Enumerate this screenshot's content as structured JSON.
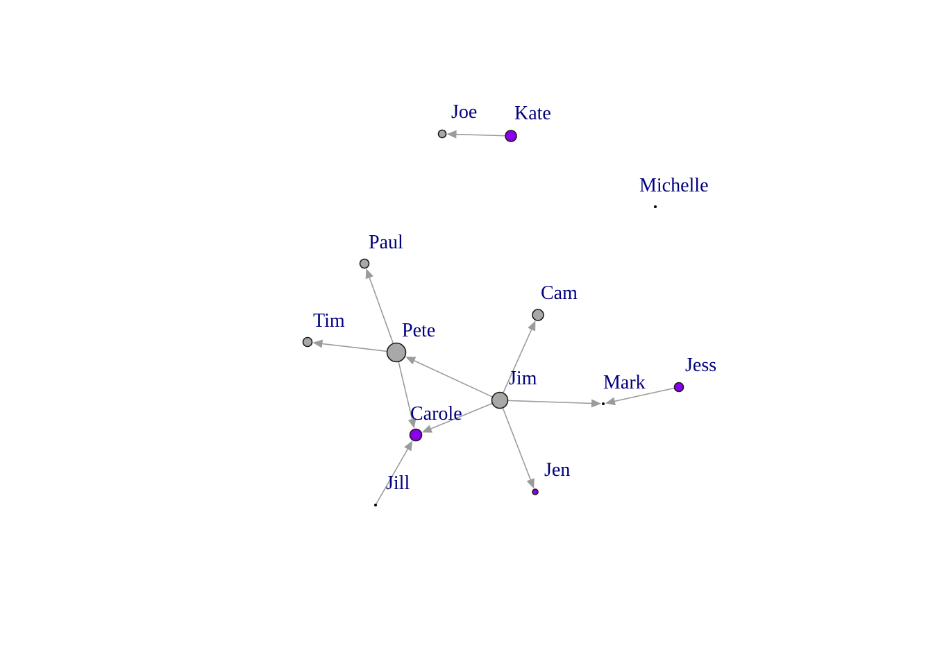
{
  "graph": {
    "directed": true,
    "colors": {
      "label": "#00007F",
      "edge": "#9B9B9B",
      "node_gray": "#A8A8A8",
      "node_purple": "#8B00EC",
      "node_black": "#000000",
      "node_stroke": "#1A1A1A"
    },
    "nodes": [
      {
        "id": "Joe",
        "label": "Joe",
        "color": "gray"
      },
      {
        "id": "Kate",
        "label": "Kate",
        "color": "purple"
      },
      {
        "id": "Michelle",
        "label": "Michelle",
        "color": "black"
      },
      {
        "id": "Paul",
        "label": "Paul",
        "color": "gray"
      },
      {
        "id": "Cam",
        "label": "Cam",
        "color": "gray"
      },
      {
        "id": "Tim",
        "label": "Tim",
        "color": "gray"
      },
      {
        "id": "Pete",
        "label": "Pete",
        "color": "gray"
      },
      {
        "id": "Jim",
        "label": "Jim",
        "color": "gray"
      },
      {
        "id": "Jess",
        "label": "Jess",
        "color": "purple"
      },
      {
        "id": "Mark",
        "label": "Mark",
        "color": "black"
      },
      {
        "id": "Carole",
        "label": "Carole",
        "color": "purple"
      },
      {
        "id": "Jen",
        "label": "Jen",
        "color": "purple"
      },
      {
        "id": "Jill",
        "label": "Jill",
        "color": "black"
      }
    ],
    "edges": [
      {
        "from": "Kate",
        "to": "Joe"
      },
      {
        "from": "Pete",
        "to": "Paul"
      },
      {
        "from": "Pete",
        "to": "Tim"
      },
      {
        "from": "Pete",
        "to": "Carole"
      },
      {
        "from": "Jim",
        "to": "Pete"
      },
      {
        "from": "Jim",
        "to": "Cam"
      },
      {
        "from": "Jim",
        "to": "Mark"
      },
      {
        "from": "Jim",
        "to": "Carole"
      },
      {
        "from": "Jim",
        "to": "Jen"
      },
      {
        "from": "Jess",
        "to": "Mark"
      },
      {
        "from": "Jill",
        "to": "Carole"
      }
    ]
  }
}
